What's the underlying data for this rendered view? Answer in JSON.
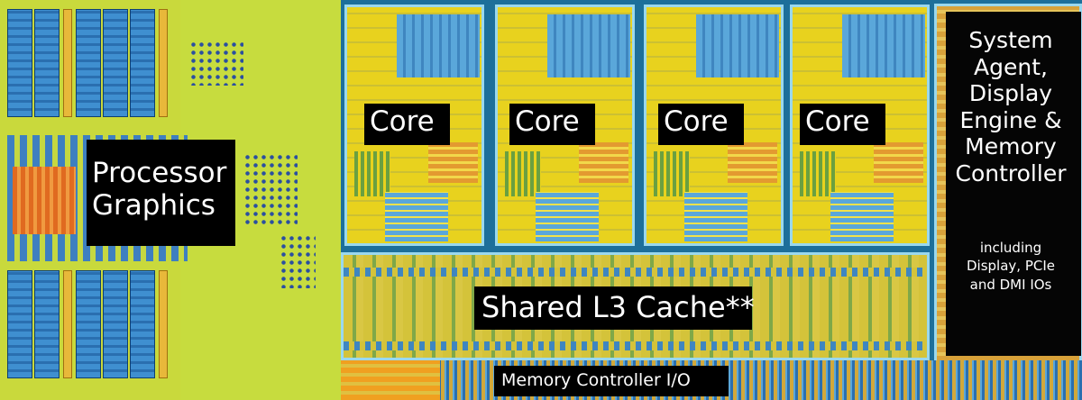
{
  "blocks": {
    "graphics": "Processor Graphics",
    "cores": [
      "Core",
      "Core",
      "Core",
      "Core"
    ],
    "l3": "Shared L3 Cache**",
    "system_agent_lines": [
      "System",
      "Agent,",
      "Display",
      "Engine &",
      "Memory",
      "Controller"
    ],
    "system_agent_note_lines": [
      "including",
      "Display, PCIe",
      "and DMI IOs"
    ],
    "memory_io": "Memory Controller I/O"
  },
  "colors": {
    "die_yellow": "#e8d21e",
    "die_blue": "#3f86c0",
    "label_bg": "#000000",
    "label_text": "#ffffff"
  }
}
